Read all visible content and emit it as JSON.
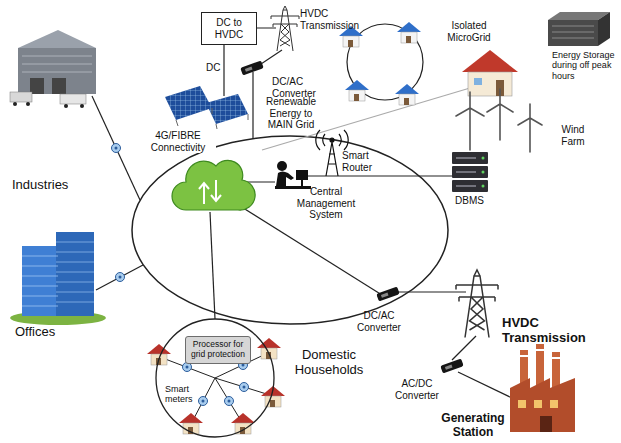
{
  "diagram": {
    "nodes": [
      {
        "text": [
          "DC to HVDC"
        ]
      },
      {
        "text": [
          "Domestic Households"
        ]
      },
      {
        "text": [
          "Processor for grid protection"
        ],
        "in": 1
      }
    ],
    "labels": [
      "HVDC Transmission",
      "DC",
      "DC/AC Converter",
      "Renewable Energy to MAIN Grid",
      "Isolated MicroGrid",
      "Energy Storage during off peak hours",
      "Wind Farm",
      "Industries",
      "4G/FIBRE Connectivity",
      "Smart Router",
      "Central Management System",
      "DBMS",
      "Offices",
      "Smart meters",
      "DC/AC Converter",
      "HVDC Transmission",
      "AC/DC Converter",
      "Generating Station"
    ]
  }
}
